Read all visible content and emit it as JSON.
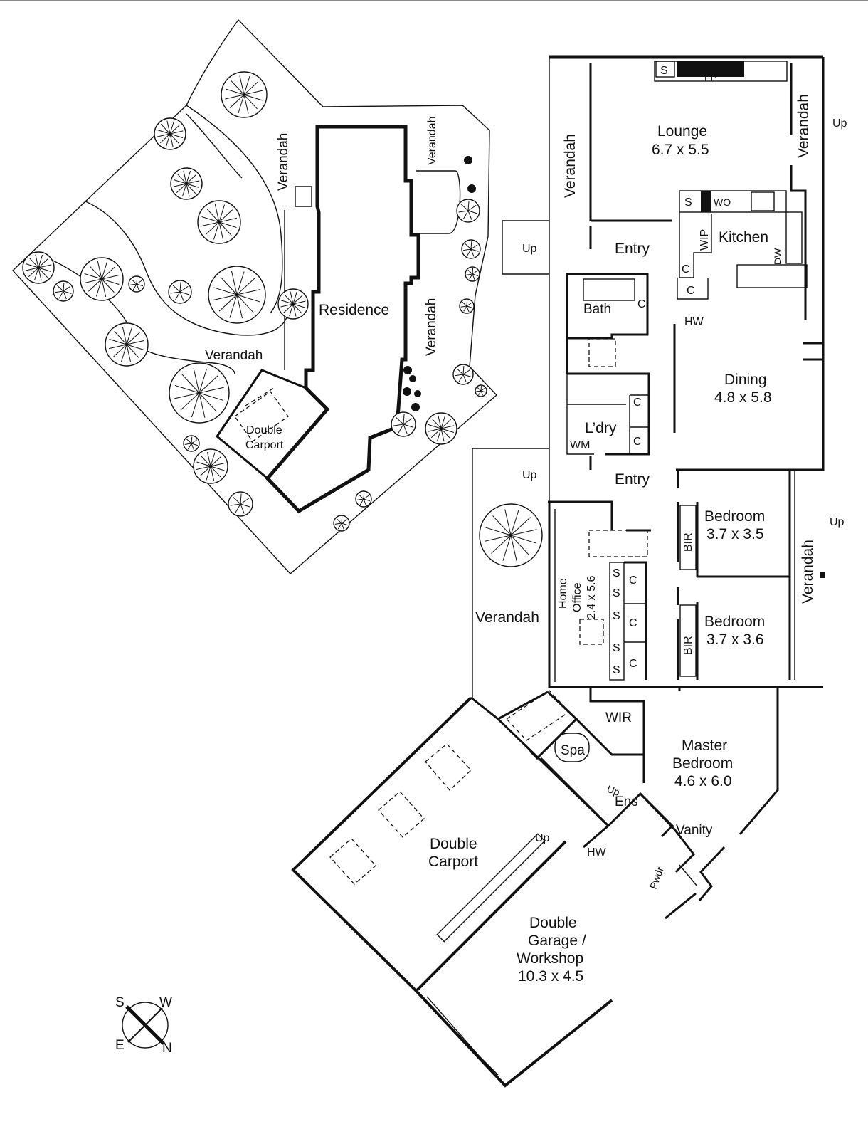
{
  "site_plan": {
    "verandahs": [
      "Verandah",
      "Verandah",
      "Verandah",
      "Verandah"
    ],
    "residence": "Residence",
    "carport": [
      "Double",
      "Carport"
    ]
  },
  "floor_plan": {
    "rooms": {
      "lounge": {
        "name": "Lounge",
        "size": "6.7 x 5.5"
      },
      "kitchen": {
        "name": "Kitchen"
      },
      "dining": {
        "name": "Dining",
        "size": "4.8 x 5.8"
      },
      "entry_top": {
        "name": "Entry"
      },
      "entry_mid": {
        "name": "Entry"
      },
      "bath": {
        "name": "Bath"
      },
      "laundry": {
        "name": "L’dry"
      },
      "bedroom1": {
        "name": "Bedroom",
        "size": "3.7 x 3.5"
      },
      "bedroom2": {
        "name": "Bedroom",
        "size": "3.7 x 3.6"
      },
      "home_office": {
        "name1": "Home",
        "name2": "Office",
        "size": "2.4 x 5.6"
      },
      "master": {
        "name1": "Master",
        "name2": "Bedroom",
        "size": "4.6 x 6.0"
      },
      "carport": {
        "name1": "Double",
        "name2": "Carport"
      },
      "garage": {
        "name1": "Double",
        "name2": "Garage /",
        "name3": "Workshop",
        "size": "10.3 x 4.5"
      },
      "wir": {
        "name": "WIR"
      },
      "spa": {
        "name": "Spa"
      },
      "ens": {
        "name": "Ens"
      },
      "vanity": {
        "name": "Vanity"
      },
      "pwdr": {
        "name": "Pwdr"
      }
    },
    "verandahs": {
      "left_top": "Verandah",
      "right_top": "Verandah",
      "left_bottom": "Verandah",
      "right_bottom": "Verandah"
    },
    "fixtures": {
      "s": "S",
      "fp": "FP",
      "wo": "WO",
      "wip": "WIP",
      "dw": "DW",
      "c": "C",
      "hw": "HW",
      "wm": "WM",
      "bir": "BIR",
      "up": "Up"
    }
  },
  "compass": {
    "s": "S",
    "w": "W",
    "e": "E",
    "n": "N"
  }
}
